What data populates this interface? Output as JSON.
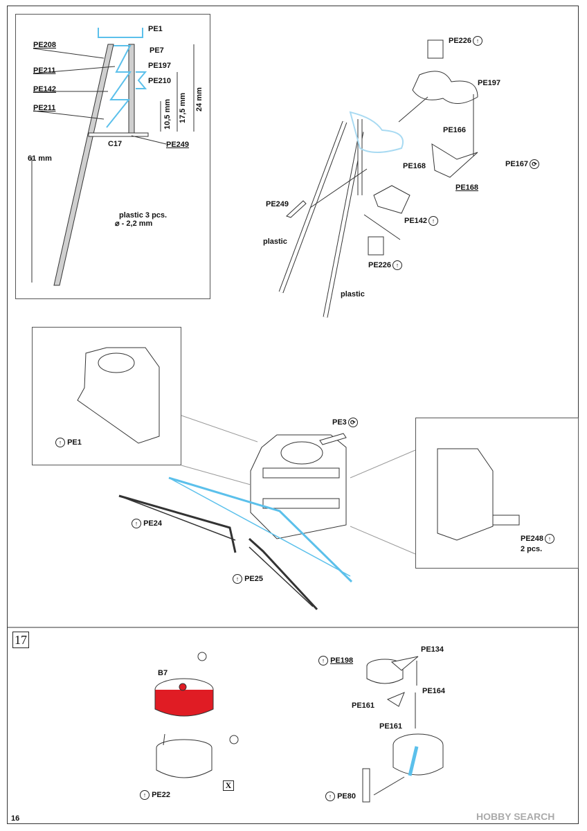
{
  "page": {
    "number": "16",
    "watermark": "HOBBY SEARCH",
    "step": "17"
  },
  "icons": {
    "flip": "↑",
    "fold": "⟳",
    "cut": "⊘",
    "x": "X"
  },
  "colors": {
    "blue": "#5bc0eb",
    "red": "#e01c24",
    "grey": "#bbbbbb"
  },
  "mast_detail": {
    "PE1": "PE1",
    "PE208": "PE208",
    "PE7": "PE7",
    "PE197": "PE197",
    "PE211a": "PE211",
    "PE210": "PE210",
    "PE142": "PE142",
    "PE211b": "PE211",
    "C17": "C17",
    "PE249": "PE249",
    "len61": "61 mm",
    "dim105": "10,5 mm",
    "dim175": "17,5 mm",
    "dim24": "24 mm",
    "plastic": "plastic   3 pcs.",
    "diameter": "⌀ - 2,2 mm"
  },
  "mast_assembly": {
    "PE226a": "PE226",
    "PE197": "PE197",
    "PE166": "PE166",
    "PE168a": "PE168",
    "PE167": "PE167",
    "PE168b": "PE168",
    "PE249": "PE249",
    "PE142": "PE142",
    "plastic1": "plastic",
    "PE226b": "PE226",
    "plastic2": "plastic"
  },
  "bridge": {
    "PE1": "PE1",
    "PE3": "PE3",
    "PE24": "PE24",
    "PE25": "PE25",
    "PE248": "PE248",
    "pcs2": "2 pcs."
  },
  "step17": {
    "B7": "B7",
    "PE22": "PE22",
    "PE198": "PE198",
    "PE134": "PE134",
    "PE164": "PE164",
    "PE161a": "PE161",
    "PE161b": "PE161",
    "PE80": "PE80"
  }
}
